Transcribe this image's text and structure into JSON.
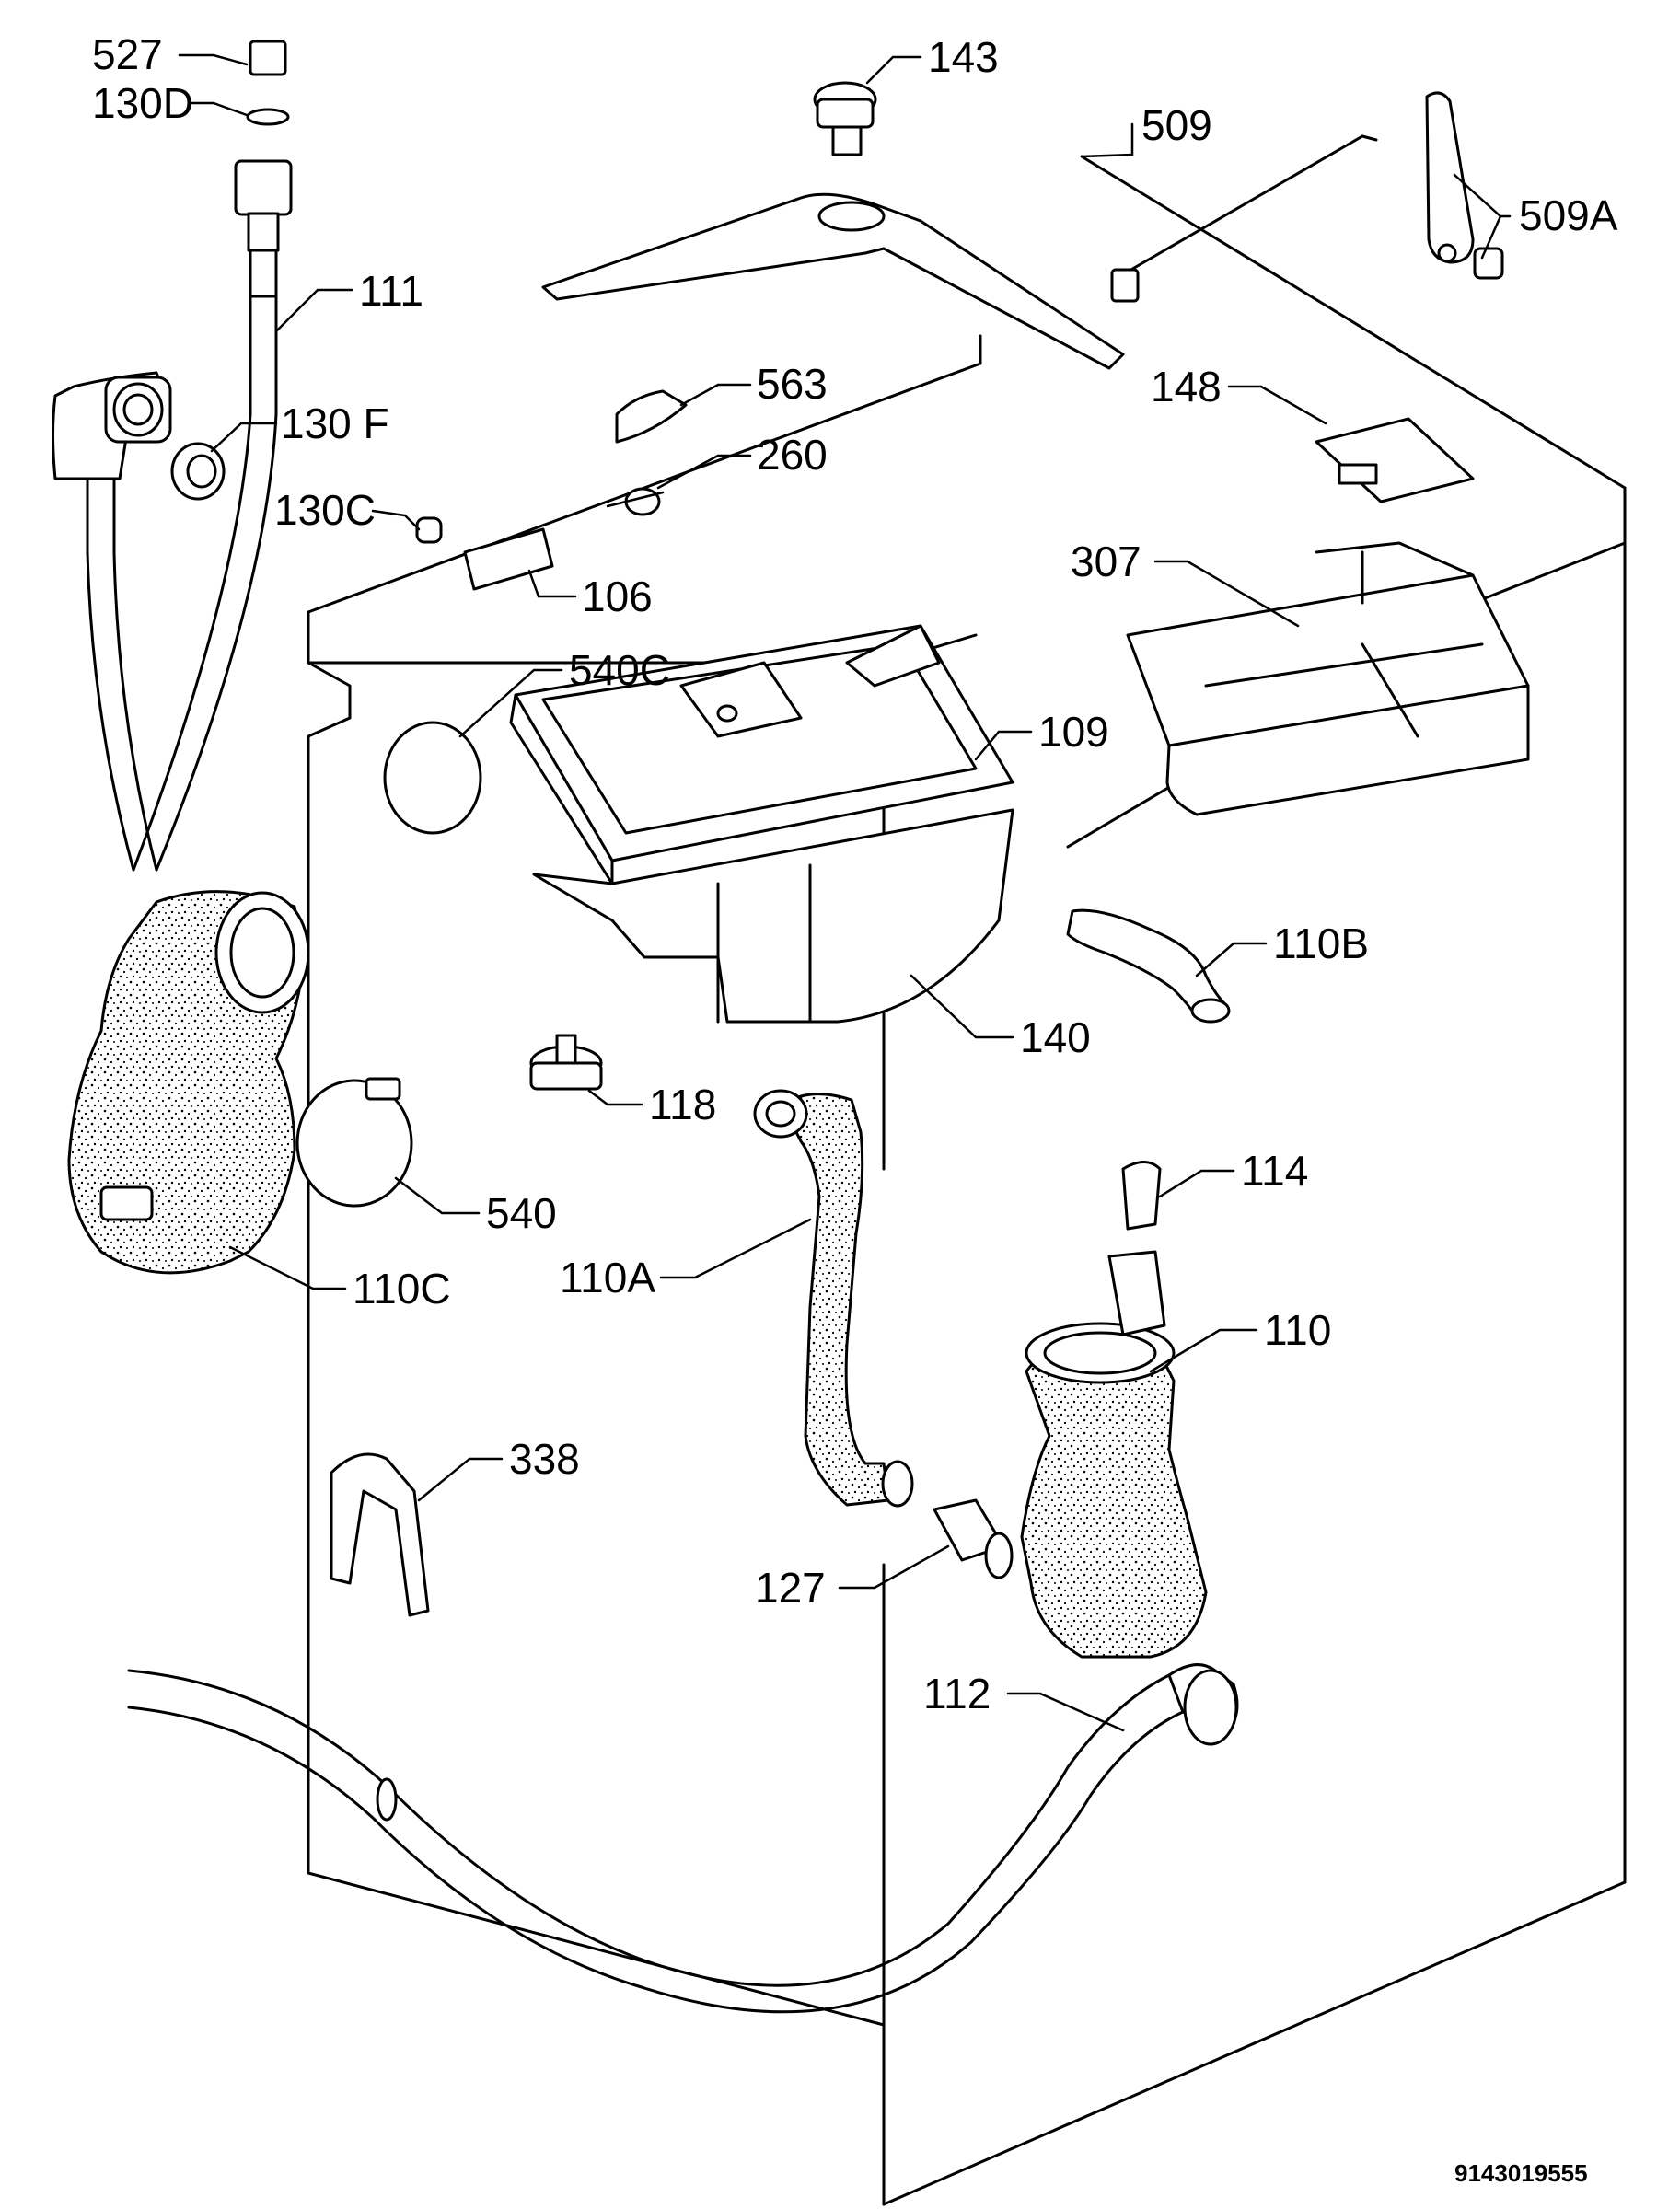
{
  "document_number": "9143019555",
  "labels": {
    "l527": "527",
    "l130d": "130D",
    "l111": "111",
    "l130f": "130 F",
    "l130c": "130C",
    "l143": "143",
    "l509": "509",
    "l509a": "509A",
    "l563": "563",
    "l260": "260",
    "l106": "106",
    "l148": "148",
    "l307": "307",
    "l540c": "540C",
    "l109": "109",
    "l110b": "110B",
    "l140": "140",
    "l118": "118",
    "l540": "540",
    "l110c": "110C",
    "l114": "114",
    "l110a": "110A",
    "l110": "110",
    "l338": "338",
    "l127": "127",
    "l112": "112"
  }
}
